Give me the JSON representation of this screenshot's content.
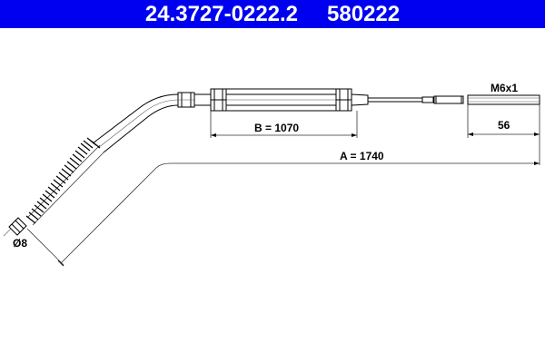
{
  "header": {
    "part_number": "24.3727-0222.2",
    "ref_number": "580222",
    "background_color": "#0000f0",
    "text_color": "#ffffff"
  },
  "drawing": {
    "subject": "parking-brake-cable",
    "labels": {
      "thread": "M6x1",
      "thread_length": "56",
      "dim_b": "B = 1070",
      "dim_a": "A = 1740",
      "nipple_diameter": "Ø8"
    },
    "dimensions": {
      "A_mm": 1740,
      "B_mm": 1070,
      "thread_length_mm": 56,
      "nipple_diameter_mm": 8,
      "thread": "M6x1"
    },
    "line_color": "#000000"
  }
}
